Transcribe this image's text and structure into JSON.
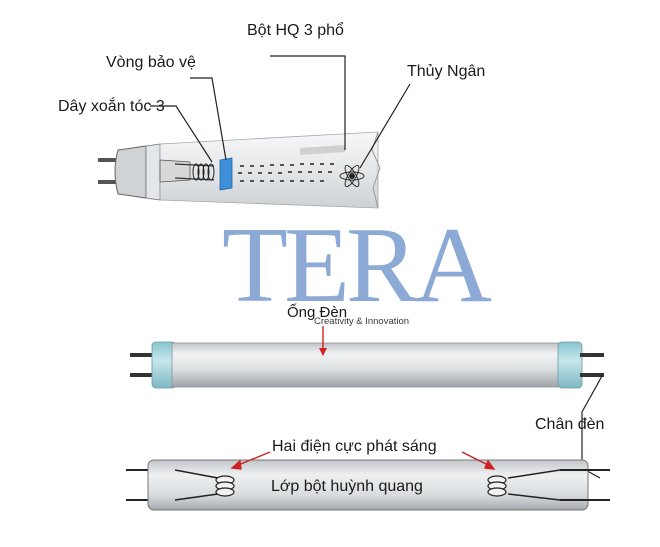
{
  "labels": {
    "phosphor_powder": "Bột HQ 3 phổ",
    "protective_ring": "Vòng bảo vệ",
    "mercury": "Thủy Ngân",
    "coil_wire": "Dây xoắn tóc 3",
    "tube": "Ống Đèn",
    "lamp_pins": "Chân đèn",
    "electrodes": "Hai điện cực phát sáng",
    "phosphor_layer": "Lớp bột huỳnh quang"
  },
  "watermark": {
    "brand": "TERA",
    "tagline": "Creativity & Innovation",
    "color": "#2f66b3"
  },
  "colors": {
    "tube_glass": "#d9dde0",
    "end_cap": "#a8d6de",
    "ring_blue": "#3d8fd8",
    "arrow_red": "#cc2222",
    "line": "#222222"
  }
}
